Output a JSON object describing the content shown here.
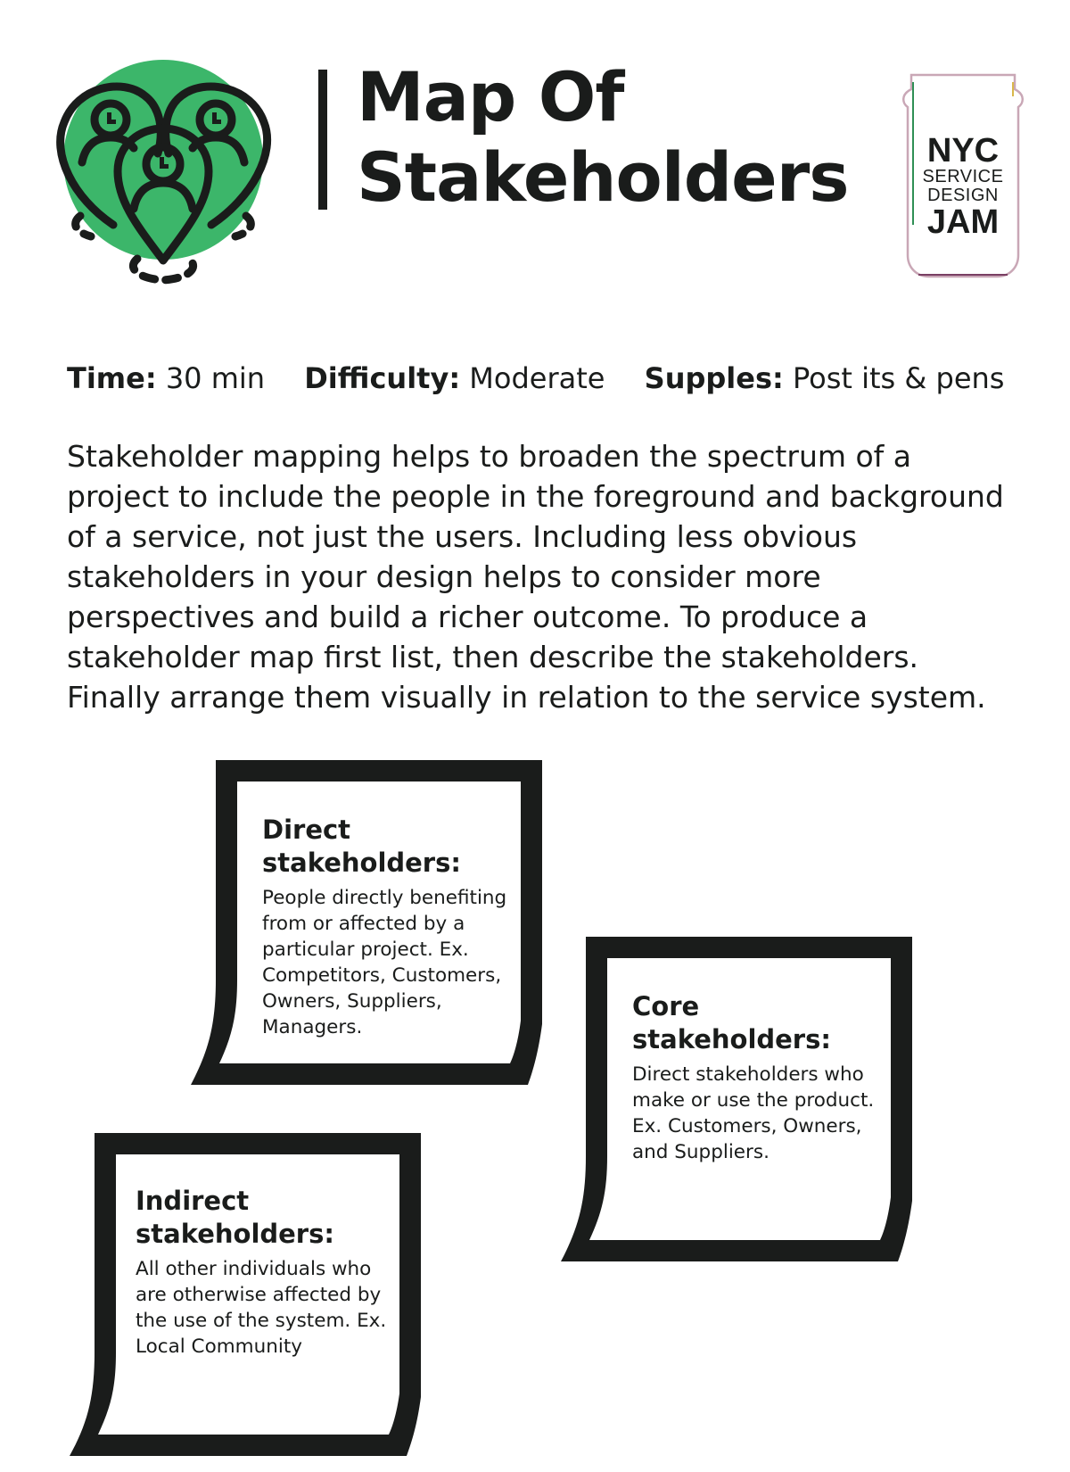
{
  "header": {
    "icon": "stakeholders-map-pin-icon",
    "accent_color": "#3cb66a",
    "title_line1": "Map Of",
    "title_line2": "Stakeholders"
  },
  "logo": {
    "icon": "mason-jar-logo",
    "line1": "NYC",
    "line2": "SERVICE",
    "line3": "DESIGN",
    "line4": "JAM"
  },
  "meta": {
    "time_label": "Time:",
    "time_value": "30 min",
    "difficulty_label": "Difficulty:",
    "difficulty_value": "Moderate",
    "supplies_label": "Supples:",
    "supplies_value": "Post its & pens"
  },
  "description": "Stakeholder mapping helps to broaden the spectrum of a project to include the people in the foreground and background of a service, not just the users. Including less obvious stakeholders in your design helps to consider more perspectives and build a richer outcome. To produce a stakeholder map first list, then describe the stakeholders. Finally arrange them visually in relation to the service system.",
  "cards": [
    {
      "heading_line1": "Direct",
      "heading_line2": "stakeholders:",
      "body": "People directly benefiting from or affected by a particular project. Ex. Competitors, Customers, Owners, Suppliers, Managers."
    },
    {
      "heading_line1": "Core",
      "heading_line2": "stakeholders:",
      "body": "Direct stakeholders who make or use the product. Ex. Customers, Owners, and Suppliers."
    },
    {
      "heading_line1": "Indirect",
      "heading_line2": "stakeholders:",
      "body": "All other individuals who are otherwise affected by the use of the system. Ex. Local Community"
    }
  ]
}
